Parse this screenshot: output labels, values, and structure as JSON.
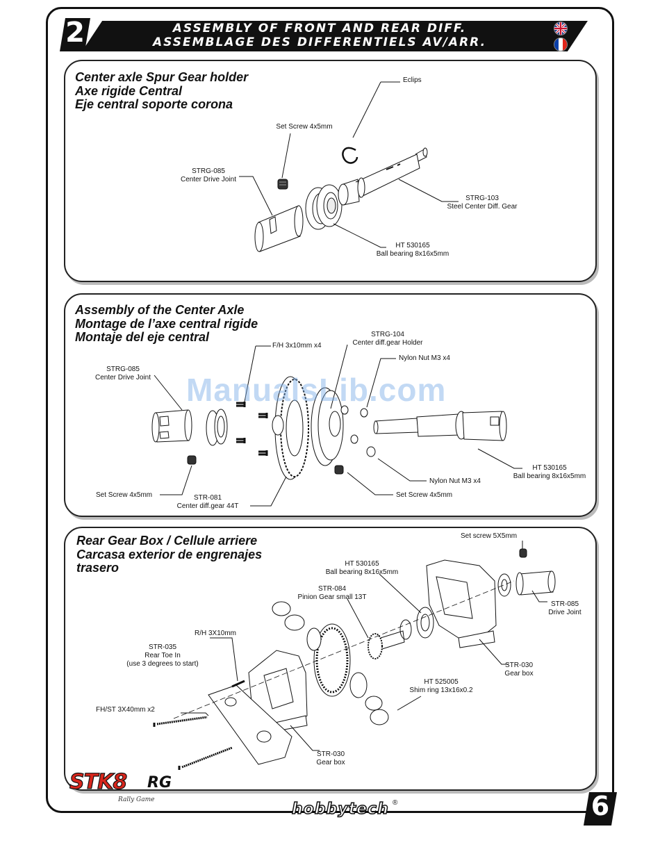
{
  "header": {
    "step_number": "2",
    "title_line1": "ASSEMBLY OF FRONT AND REAR DIFF.",
    "title_line2": "ASSEMBLAGE DES DIFFERENTIELS AV/ARR.",
    "flags": [
      "uk-flag-icon",
      "france-flag-icon"
    ]
  },
  "watermark": "ManualsLib.com",
  "sections": [
    {
      "title_en": "Center axle Spur Gear holder",
      "title_fr": "Axe rigide Central",
      "title_es": "Eje central soporte corona",
      "labels": {
        "eclips": "Eclips",
        "set_screw": "Set Screw 4x5mm",
        "drive_joint_code": "STRG-085",
        "drive_joint_name": "Center Drive Joint",
        "gear_code": "STRG-103",
        "gear_name": "Steel Center Diff. Gear",
        "bearing_code": "HT 530165",
        "bearing_name": "Ball bearing 8x16x5mm"
      }
    },
    {
      "title_en": "Assembly of the Center Axle",
      "title_fr": "Montage de l’axe central rigide",
      "title_es": "Montaje del eje central",
      "labels": {
        "screw_fh": "F/H 3x10mm x4",
        "holder_code": "STRG-104",
        "holder_name": "Center diff.gear Holder",
        "nylon_nut_top": "Nylon Nut M3 x4",
        "drive_joint_code": "STRG-085",
        "drive_joint_name": "Center Drive Joint",
        "bearing_code": "HT 530165",
        "bearing_name": "Ball bearing 8x16x5mm",
        "nylon_nut_bottom": "Nylon Nut M3 x4",
        "set_screw_left": "Set Screw 4x5mm",
        "set_screw_right": "Set Screw 4x5mm",
        "gear_code": "STR-081",
        "gear_name": "Center diff.gear 44T"
      }
    },
    {
      "title_en": "Rear Gear Box /  Cellule arriere",
      "title_es1": "Carcasa exterior de engrenajes",
      "title_es2": "trasero",
      "labels": {
        "set_screw": "Set screw 5X5mm",
        "bearing_code": "HT 530165",
        "bearing_name": "Ball bearing 8x16x5mm",
        "pinion_code": "STR-084",
        "pinion_name": "Pinion Gear small 13T",
        "drive_joint_code": "STR-085",
        "drive_joint_name": "Drive Joint",
        "rh_screw": "R/H 3X10mm",
        "toe_code": "STR-035",
        "toe_name": "Rear Toe In",
        "toe_note": "(use 3 degrees to start)",
        "gearbox_right_code": "STR-030",
        "gearbox_right_name": "Gear box",
        "shim_code": "HT 525005",
        "shim_name": "Shim ring 13x16x0.2",
        "fh_screw": "FH/ST 3X40mm x2",
        "gearbox_bottom_code": "STR-030",
        "gearbox_bottom_name": "Gear box"
      }
    }
  ],
  "footer": {
    "brand": "STK8",
    "brand_suffix": "RG",
    "brand_script": "Rally Game",
    "maker": "hobbytech",
    "maker_mark": "®",
    "page_number": "6"
  }
}
